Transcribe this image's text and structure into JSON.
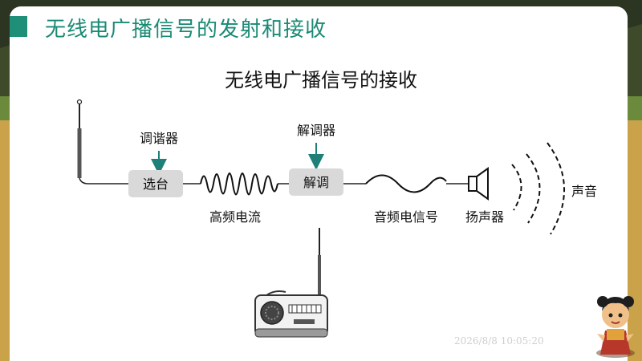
{
  "slide_title": "无线电广播信号的发射和接收",
  "diagram": {
    "heading": "无线电广播信号的接收",
    "tuner_caption": "调谐器",
    "tuner_box": "选台",
    "demod_caption": "解调器",
    "demod_box": "解调",
    "hf_current": "高频电流",
    "audio_signal": "音频电信号",
    "speaker": "扬声器",
    "sound": "声音"
  },
  "timestamp": "2026/8/8 10:05:20",
  "colors": {
    "accent": "#1a8a74",
    "box_fill": "#d9d9d9",
    "arrow": "#1f7f79"
  },
  "icons": [
    "antenna-icon",
    "speaker-icon",
    "sound-wave-icon",
    "radio-icon",
    "mascot-icon"
  ]
}
